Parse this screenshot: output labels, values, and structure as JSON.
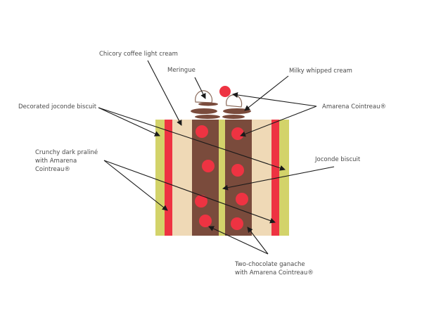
{
  "labels": {
    "chicory": "Chicory coffee light cream",
    "meringue": "Meringue",
    "milky": "Milky whipped cream",
    "amarena": "Amarena Cointreau®",
    "decorated": "Decorated joconde biscuit",
    "crunchy_1": "Crunchy dark praliné",
    "crunchy_2": "with Amarena",
    "crunchy_3": "Cointreau®",
    "joconde": "Joconde biscuit",
    "ganache_1": "Two-chocolate ganache",
    "ganache_2": "with Amarena Cointreau®"
  },
  "colors": {
    "biscuit_green": "#d3d36a",
    "cherry_red": "#ee3342",
    "cream_beige": "#efd9b6",
    "ganache_brown": "#7a4b3c",
    "arrow": "#1a1a1a"
  }
}
